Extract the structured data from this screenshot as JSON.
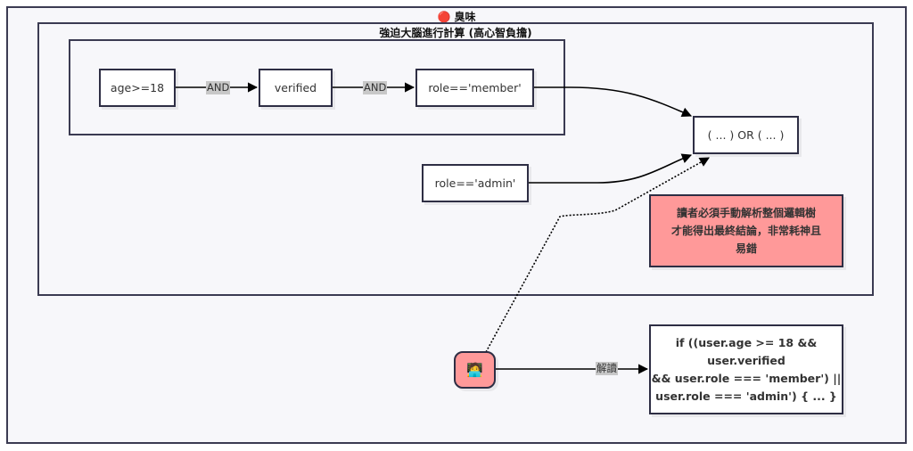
{
  "diagram": {
    "outer_title": "🔴 臭味",
    "subgraph_title": "強迫大腦進行計算 (高心智負擔)",
    "nodes": {
      "age": "age>=18",
      "verified": "verified",
      "member": "role=='member'",
      "admin": "role=='admin'",
      "or": "( ... ) OR ( ... )",
      "warning_lines": [
        "讀者必須手動解析整個邏輯樹",
        "才能得出最終結論，非常耗神且",
        "易錯"
      ],
      "reader_icon": "🧑‍💻",
      "code_lines": [
        "if ((user.age >= 18 &&",
        "user.verified",
        "&& user.role === 'member') ||",
        "user.role === 'admin') { ... }"
      ]
    },
    "edge_labels": {
      "and1": "AND",
      "and2": "AND",
      "read": "解讀"
    },
    "colors": {
      "warning_fill": "#ff9999",
      "border": "#2e2e44",
      "background": "#f7f7fa"
    }
  }
}
